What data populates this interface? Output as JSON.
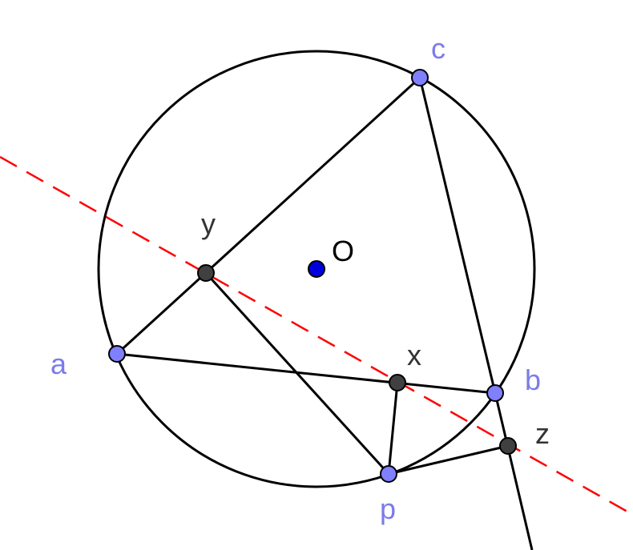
{
  "labels": {
    "c": "c",
    "y": "y",
    "o": "O",
    "a": "a",
    "x": "x",
    "b": "b",
    "z": "z",
    "p": "p"
  },
  "colors": {
    "free_point": "#8080ff",
    "derived_point": "#404040",
    "center_point": "#0000dd",
    "simson_line": "#ff0000",
    "stroke": "#000000"
  }
}
